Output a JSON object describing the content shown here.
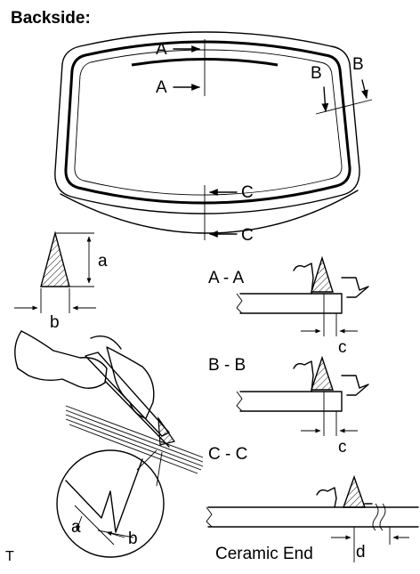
{
  "title": "Backside:",
  "labels": {
    "section_a_top": "A",
    "section_a_bottom": "A",
    "section_b_left": "B",
    "section_b_right": "B",
    "section_c_top": "C",
    "section_c_bottom": "C",
    "dim_a": "a",
    "dim_b": "b",
    "section_aa": "A - A",
    "section_bb": "B - B",
    "section_cc": "C - C",
    "dim_c_aa": "c",
    "dim_c_bb": "c",
    "detail_a": "a",
    "detail_b": "b",
    "ceramic_end": "Ceramic End",
    "dim_d": "d",
    "corner_mark": "T"
  }
}
